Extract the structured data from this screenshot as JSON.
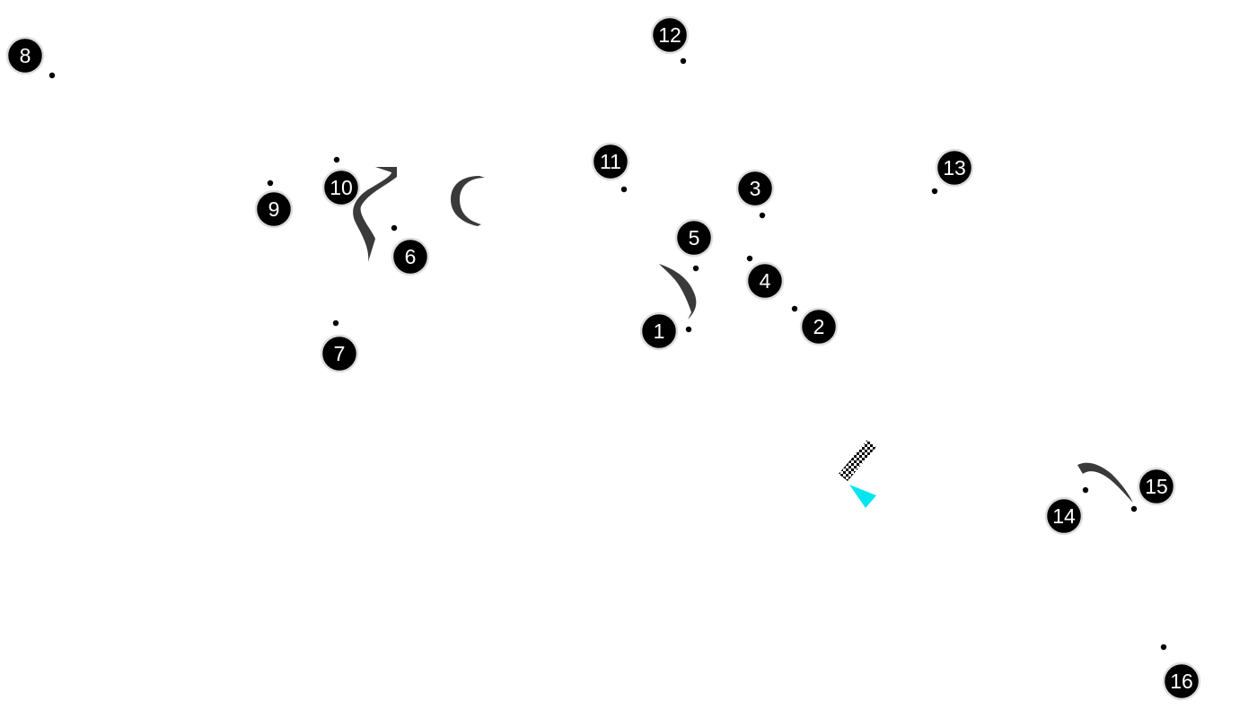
{
  "map": {
    "background": "#ffffff",
    "track_color": "#3a3a3a",
    "badge_color": "#000000",
    "badge_outline": "#dddddd",
    "direction_arrow_color": "#00e5f0",
    "start_finish_icon": "checkered-flag-icon",
    "direction_icon": "direction-arrow-icon"
  },
  "corners": [
    {
      "id": "corner-1",
      "label": "1"
    },
    {
      "id": "corner-2",
      "label": "2"
    },
    {
      "id": "corner-3",
      "label": "3"
    },
    {
      "id": "corner-4",
      "label": "4"
    },
    {
      "id": "corner-5",
      "label": "5"
    },
    {
      "id": "corner-6",
      "label": "6"
    },
    {
      "id": "corner-7",
      "label": "7"
    },
    {
      "id": "corner-8",
      "label": "8"
    },
    {
      "id": "corner-9",
      "label": "9"
    },
    {
      "id": "corner-10",
      "label": "10"
    },
    {
      "id": "corner-11",
      "label": "11"
    },
    {
      "id": "corner-12",
      "label": "12"
    },
    {
      "id": "corner-13",
      "label": "13"
    },
    {
      "id": "corner-14",
      "label": "14"
    },
    {
      "id": "corner-15",
      "label": "15"
    },
    {
      "id": "corner-16",
      "label": "16"
    }
  ]
}
